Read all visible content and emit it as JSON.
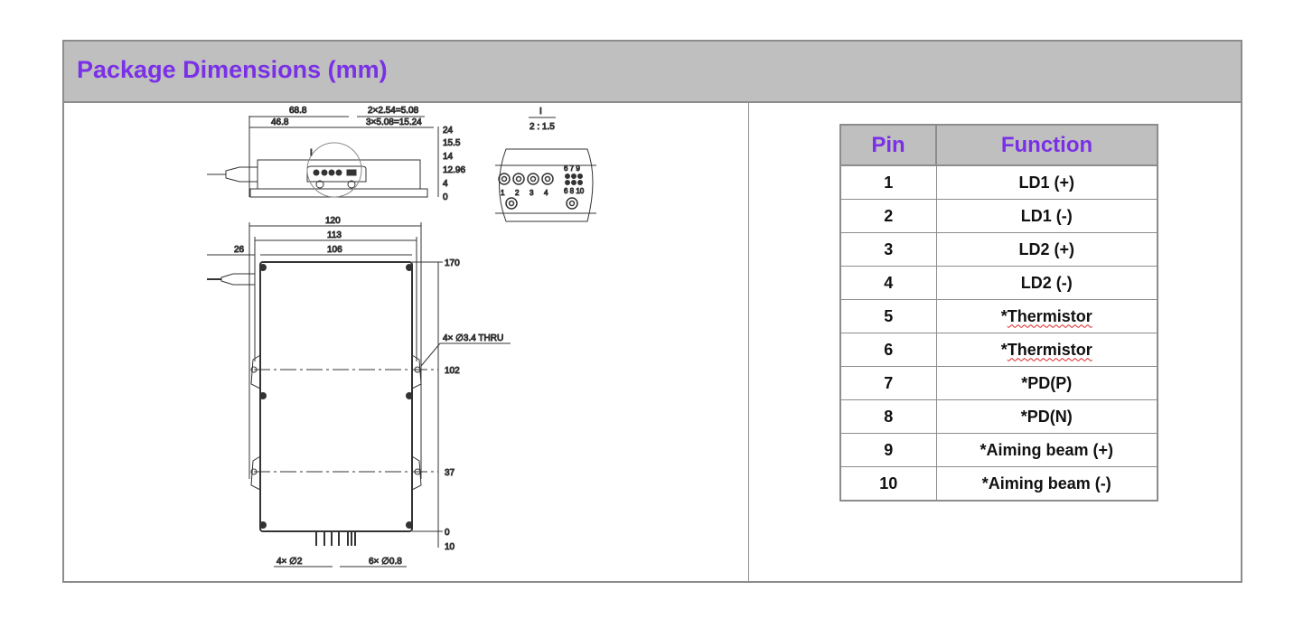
{
  "header": {
    "title": "Package Dimensions (mm)"
  },
  "drawing": {
    "side_view": {
      "dims": [
        "68.8",
        "46.8",
        "2×2.54=5.08",
        "3×5.08=15.24"
      ],
      "heights": [
        "24",
        "15.5",
        "14",
        "12.96",
        "4",
        "0"
      ],
      "detail_mark": "I"
    },
    "detail": {
      "mark": "I",
      "scale": "2 : 1.5",
      "pin_labels": [
        "1",
        "2",
        "3",
        "4"
      ],
      "pin_labels_right_top": "6 7 9",
      "pin_labels_right_bottom": "6 8 10"
    },
    "top_view": {
      "widths": [
        "120",
        "113",
        "106",
        "26"
      ],
      "heights": [
        "170",
        "102",
        "37",
        "0",
        "10"
      ],
      "hole_note": "4× ∅3.4 THRU",
      "pin_note_left": "4× ∅2",
      "pin_note_right": "6× ∅0.8"
    }
  },
  "pin_table": {
    "headers": [
      "Pin",
      "Function"
    ],
    "rows": [
      {
        "pin": "1",
        "function": "LD1 (+)"
      },
      {
        "pin": "2",
        "function": "LD1 (-)"
      },
      {
        "pin": "3",
        "function": "LD2 (+)"
      },
      {
        "pin": "4",
        "function": "LD2 (-)"
      },
      {
        "pin": "5",
        "prefix": "*",
        "function": "Thermistor"
      },
      {
        "pin": "6",
        "prefix": "*",
        "function": "Thermistor"
      },
      {
        "pin": "7",
        "function": "*PD(P)"
      },
      {
        "pin": "8",
        "function": "*PD(N)"
      },
      {
        "pin": "9",
        "function": "*Aiming beam (+)"
      },
      {
        "pin": "10",
        "function": "*Aiming beam (-)"
      }
    ]
  }
}
